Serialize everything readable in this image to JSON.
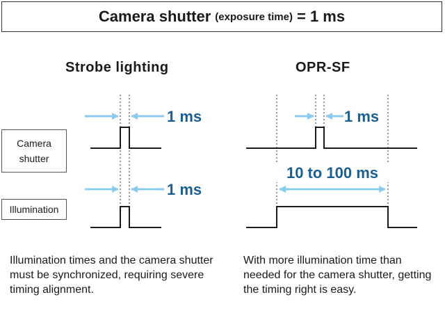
{
  "title": {
    "main": "Camera shutter",
    "sub": "(exposure time)",
    "suffix": "= 1 ms"
  },
  "left": {
    "heading": "Strobe lighting",
    "shutter_dim": "1 ms",
    "illum_dim": "1 ms",
    "caption": "Illumination times and the camera shutter must be synchronized, requiring severe timing alignment."
  },
  "right": {
    "heading": "OPR-SF",
    "shutter_dim": "1 ms",
    "illum_dim": "10 to 100 ms",
    "caption": "With more illumination time than needed for the camera shutter, getting the timing right is easy."
  },
  "row_labels": {
    "camera_shutter": "Camera shutter",
    "illumination": "Illumination"
  },
  "colors": {
    "accent": "#1a5f8e",
    "arrow": "#8ccbee",
    "line": "#1a1a1a"
  }
}
